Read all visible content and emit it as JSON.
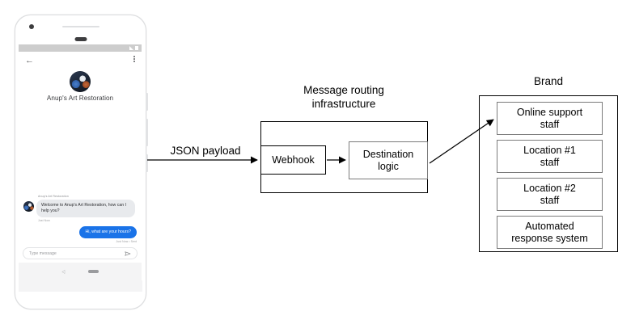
{
  "phone": {
    "app_bar": {
      "back_icon": "back-arrow-icon",
      "overflow_icon": "kebab-menu-icon"
    },
    "brand_name": "Anup's Art Restoration",
    "avatar_icon": "brand-avatar",
    "conversation": [
      {
        "sender": "Anup's Art Restoration",
        "text": "Welcome to Anup's Art Restoration, how can I help you?",
        "time": "Just Now",
        "direction": "incoming"
      },
      {
        "text": "Hi, what are your hours?",
        "time": "Just Now • Sent",
        "direction": "outgoing"
      }
    ],
    "composer": {
      "placeholder": "Type message",
      "send_icon": "send-icon"
    },
    "nav": {
      "back_icon": "nav-back-icon",
      "home_icon": "nav-home-pill"
    },
    "colors": {
      "outgoing_bubble": "#1a73e8",
      "incoming_bubble": "#e8eaed",
      "status_bar": "#cdcdcd"
    }
  },
  "diagram": {
    "edges": {
      "json_payload_label": "JSON payload"
    },
    "routing": {
      "title_line1": "Message routing",
      "title_line2": "infrastructure",
      "webhook_label": "Webhook",
      "destination_label": "Destination\nlogic"
    },
    "brand": {
      "title": "Brand",
      "recipients": [
        "Online support\nstaff",
        "Location #1\nstaff",
        "Location #2\nstaff",
        "Automated\nresponse system"
      ]
    }
  }
}
